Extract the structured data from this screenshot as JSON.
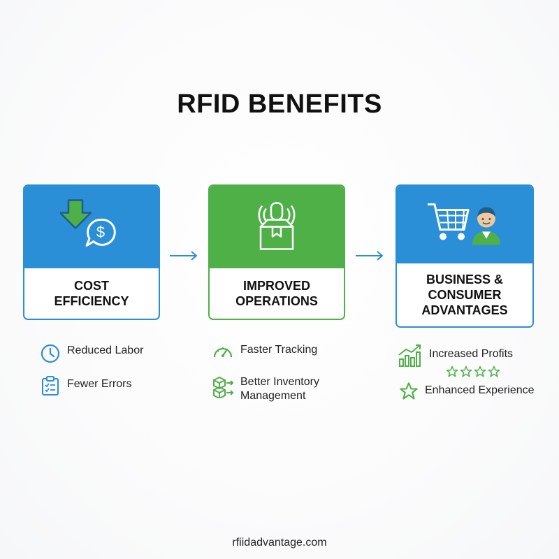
{
  "title": "RFID BENEFITS",
  "colors": {
    "blue": "#2a8fd6",
    "green": "#4fb048",
    "text": "#111111"
  },
  "cards": [
    {
      "label": "COST\nEFFICIENCY",
      "icons": [
        "down-arrow-icon",
        "dollar-chat-icon"
      ],
      "benefits": [
        {
          "text": "Reduced Labor",
          "icon": "clock-icon"
        },
        {
          "text": "Fewer Errors",
          "icon": "checklist-icon"
        }
      ]
    },
    {
      "label": "IMPROVED\nOPERATIONS",
      "icons": [
        "rfid-package-icon"
      ],
      "benefits": [
        {
          "text": "Faster Tracking",
          "icon": "speedometer-icon"
        },
        {
          "text": "Better Inventory\nManagement",
          "icon": "boxes-icon"
        }
      ]
    },
    {
      "label": "BUSINESS &\nCONSUMER\nADVANTAGES",
      "icons": [
        "shopping-cart-icon",
        "customer-icon"
      ],
      "benefits": [
        {
          "text": "Increased Profits",
          "icon": "growth-chart-icon"
        },
        {
          "text": "Enhanced Experience",
          "icon": "star-icon"
        }
      ],
      "rating_stars": 4
    }
  ],
  "footer": "rfiidadvantage.com"
}
